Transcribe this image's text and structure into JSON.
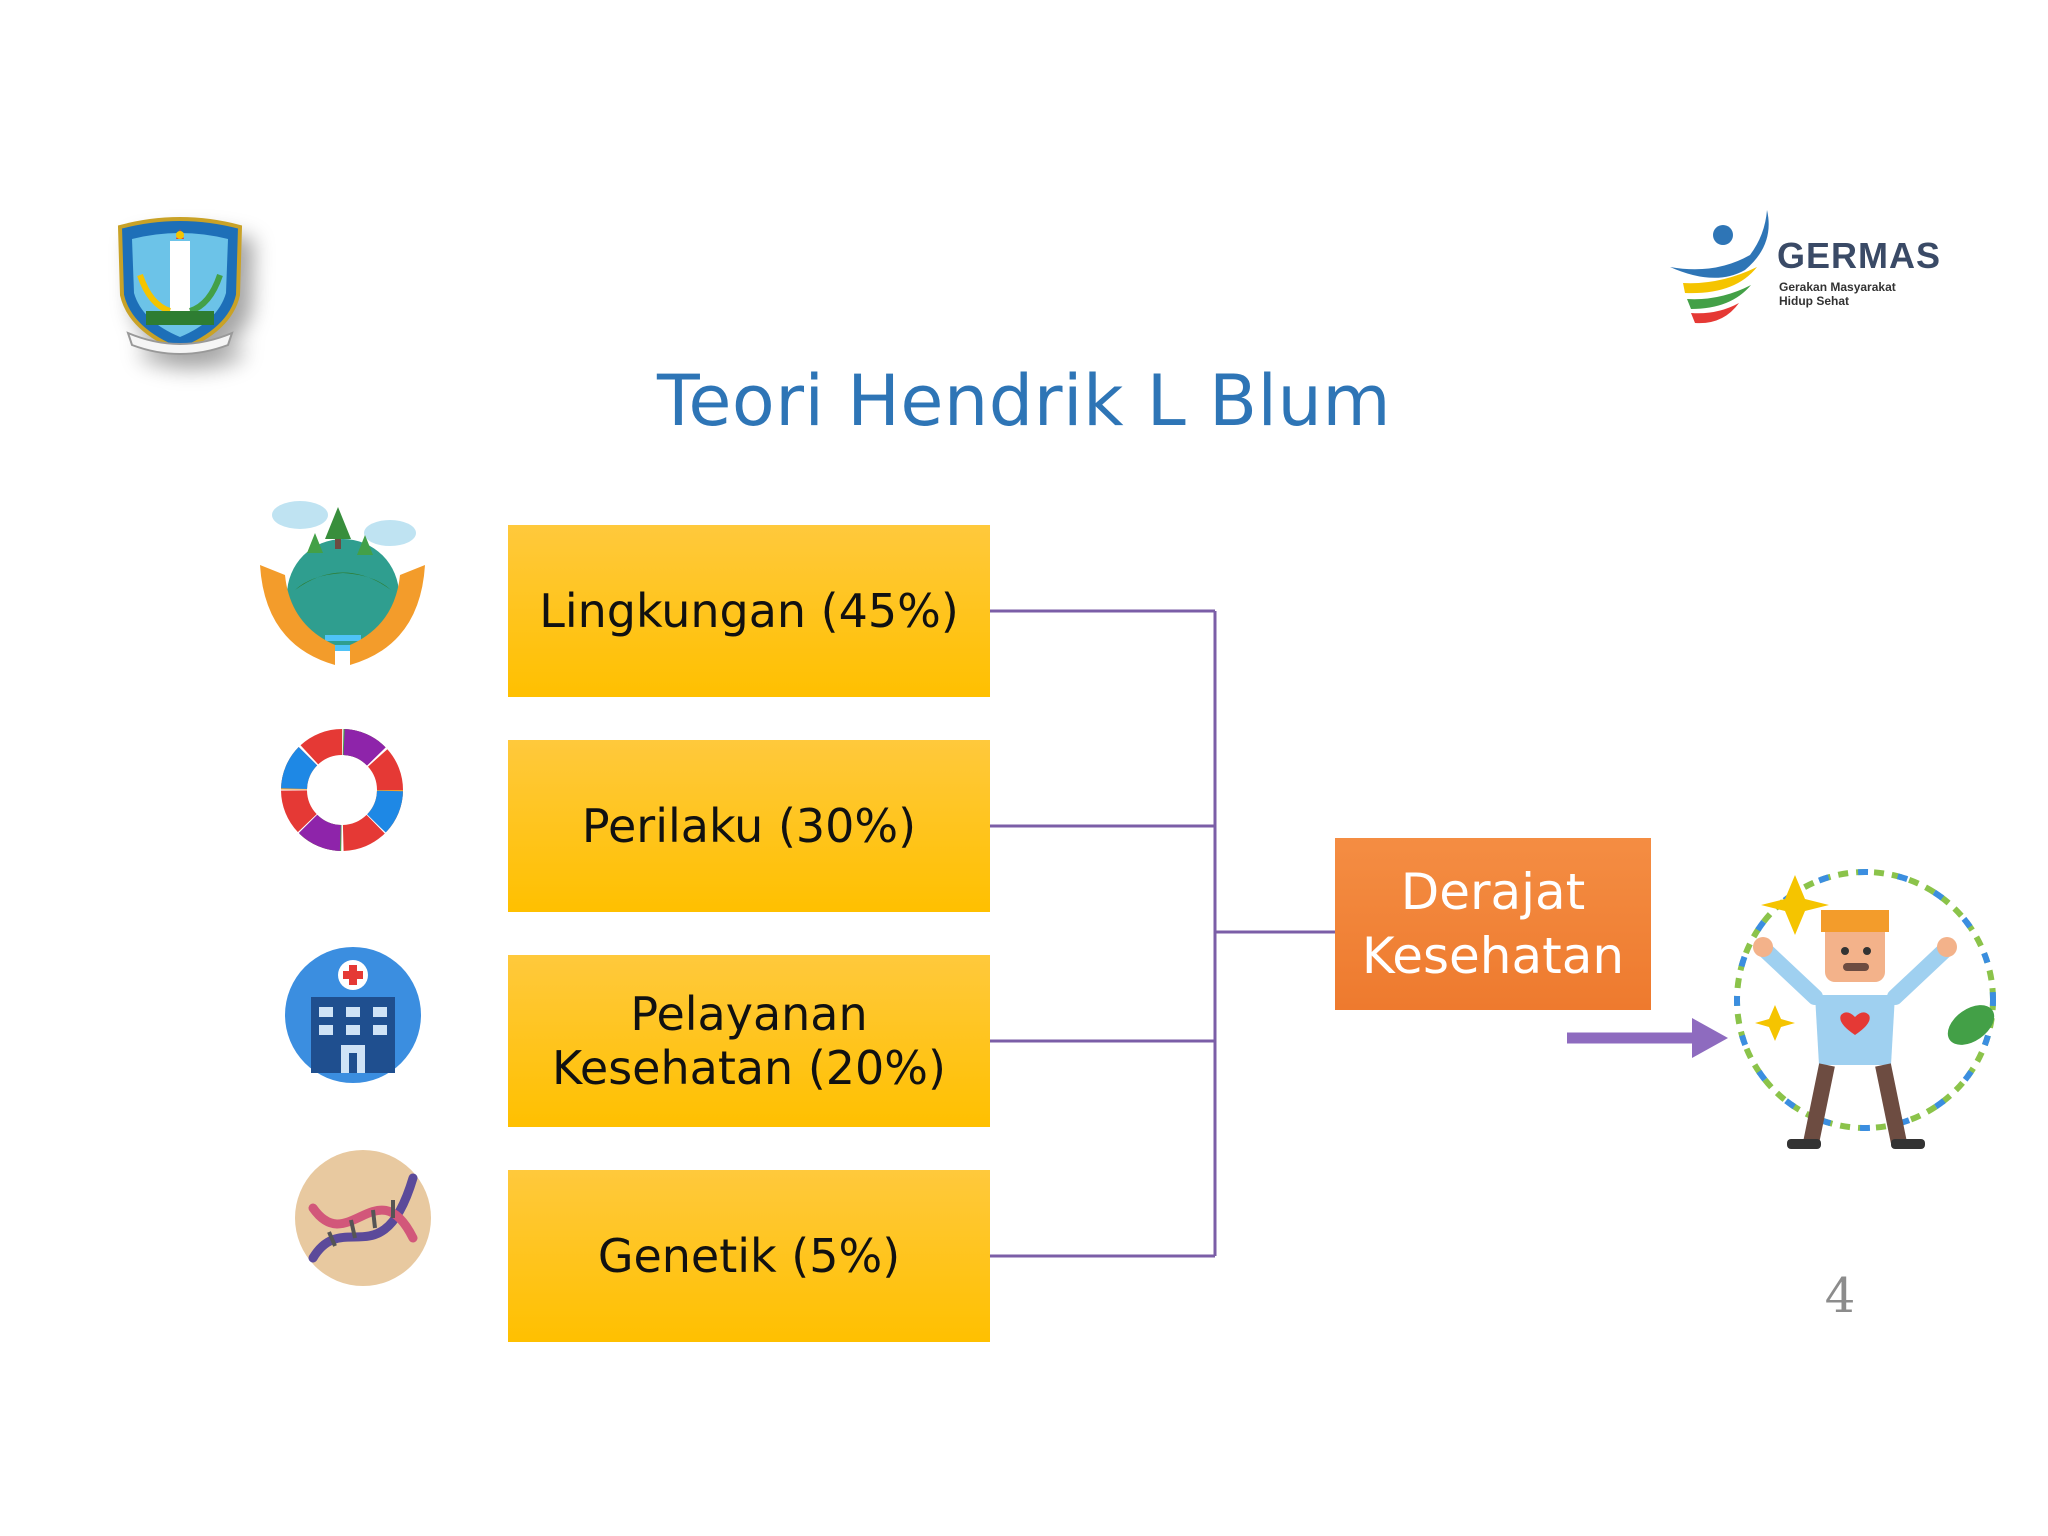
{
  "title": "Teori Hendrik L Blum",
  "logos": {
    "left_emblem": "east-java-emblem",
    "right_brand": {
      "name": "GERMAS",
      "subtitle_line1": "Gerakan Masyarakat",
      "subtitle_line2": "Hidup Sehat",
      "colors": [
        "#2e75b6",
        "#f5c400",
        "#e53935",
        "#43a047"
      ]
    }
  },
  "factors": [
    {
      "label": "Lingkungan (45%)",
      "icon": "earth-in-hands-icon"
    },
    {
      "label": "Perilaku (30%)",
      "icon": "behavior-cycle-icon"
    },
    {
      "label": "Pelayanan Kesehatan (20%)",
      "icon": "hospital-icon"
    },
    {
      "label": "Genetik (5%)",
      "icon": "dna-icon"
    }
  ],
  "result": {
    "label": "Derajat Kesehatan",
    "icon": "healthy-person-icon"
  },
  "page_number": "4",
  "colors": {
    "title": "#2e75b6",
    "factor_box": "#ffc000",
    "result_box": "#ee7a2e",
    "connector": "#7b5ea7",
    "arrow": "#8e6bbf"
  }
}
